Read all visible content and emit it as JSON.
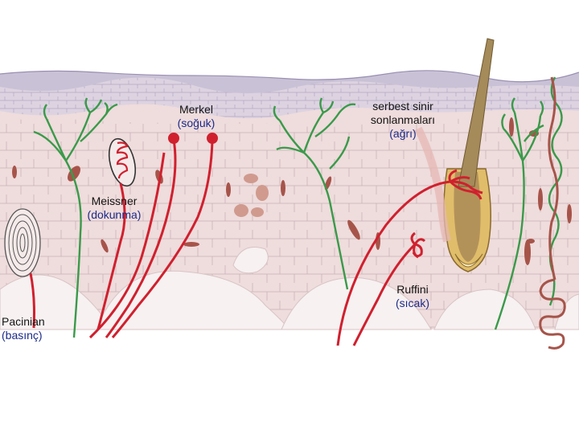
{
  "labels": {
    "merkel": {
      "name": "Merkel",
      "function": "(soğuk)"
    },
    "free_nerve_endings": {
      "name_line1": "serbest sinir",
      "name_line2": "sonlanmaları",
      "function": "(ağrı)"
    },
    "meissner": {
      "name": "Meissner",
      "function": "(dokunma)"
    },
    "ruffini": {
      "name": "Ruffini",
      "function": "(sıcak)"
    },
    "pacinian": {
      "name": "Pacinian",
      "function": "(basınç)"
    }
  },
  "colors": {
    "epidermis": "#c9c2d6",
    "stratum": "#ddd3e0",
    "dermis": "#efdcdc",
    "cell_lines": "#c8b3b8",
    "fat_lobule": "#f7f1f1",
    "red_nerve": "#d0202e",
    "green_nerve": "#3a9a4a",
    "vessel": "#a6544a",
    "hair": "#a58a5a",
    "follicle": "#e0bd6a",
    "label_blue": "#1c2b8a"
  }
}
